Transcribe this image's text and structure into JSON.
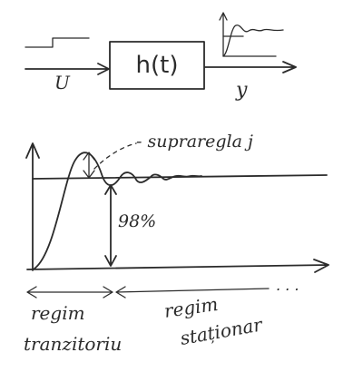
{
  "block_diagram": {
    "block_label": "h(t)",
    "input_label": "U",
    "output_label": "y"
  },
  "response_plot": {
    "overshoot_label": "- supraregla j",
    "percent_label": "98%",
    "transient_label_line1": "regim",
    "transient_label_line2": "tranzitoriu",
    "steady_label_line1": "regim",
    "steady_label_line2": "staționar",
    "continuation": ". . ."
  }
}
